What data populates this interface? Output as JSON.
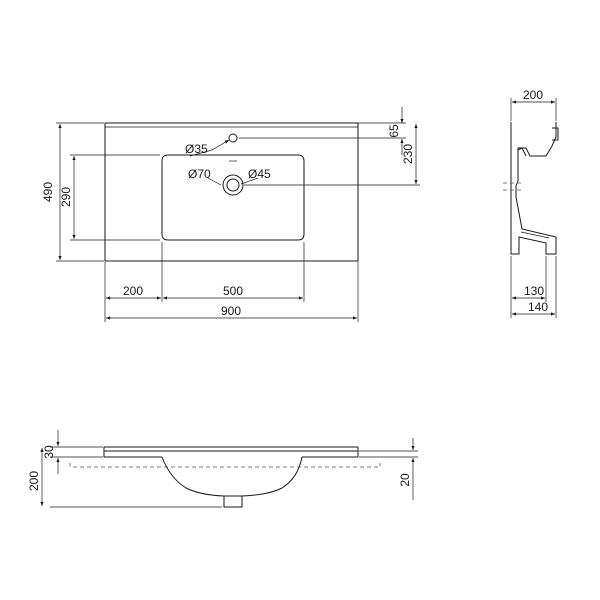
{
  "top_view": {
    "width": "900",
    "depth": "490",
    "basin_width": "500",
    "basin_depth": "290",
    "left_offset": "200",
    "overflow_hole": "Ø35",
    "drain_outer": "Ø70",
    "drain_inner": "Ø45",
    "back_to_hole": "65",
    "back_to_drain": "230"
  },
  "side_view": {
    "total_depth": "200",
    "lower_depth": "130",
    "bottom_depth": "140"
  },
  "front_view": {
    "rim_height": "30",
    "total_height": "200",
    "right_rim": "20"
  }
}
